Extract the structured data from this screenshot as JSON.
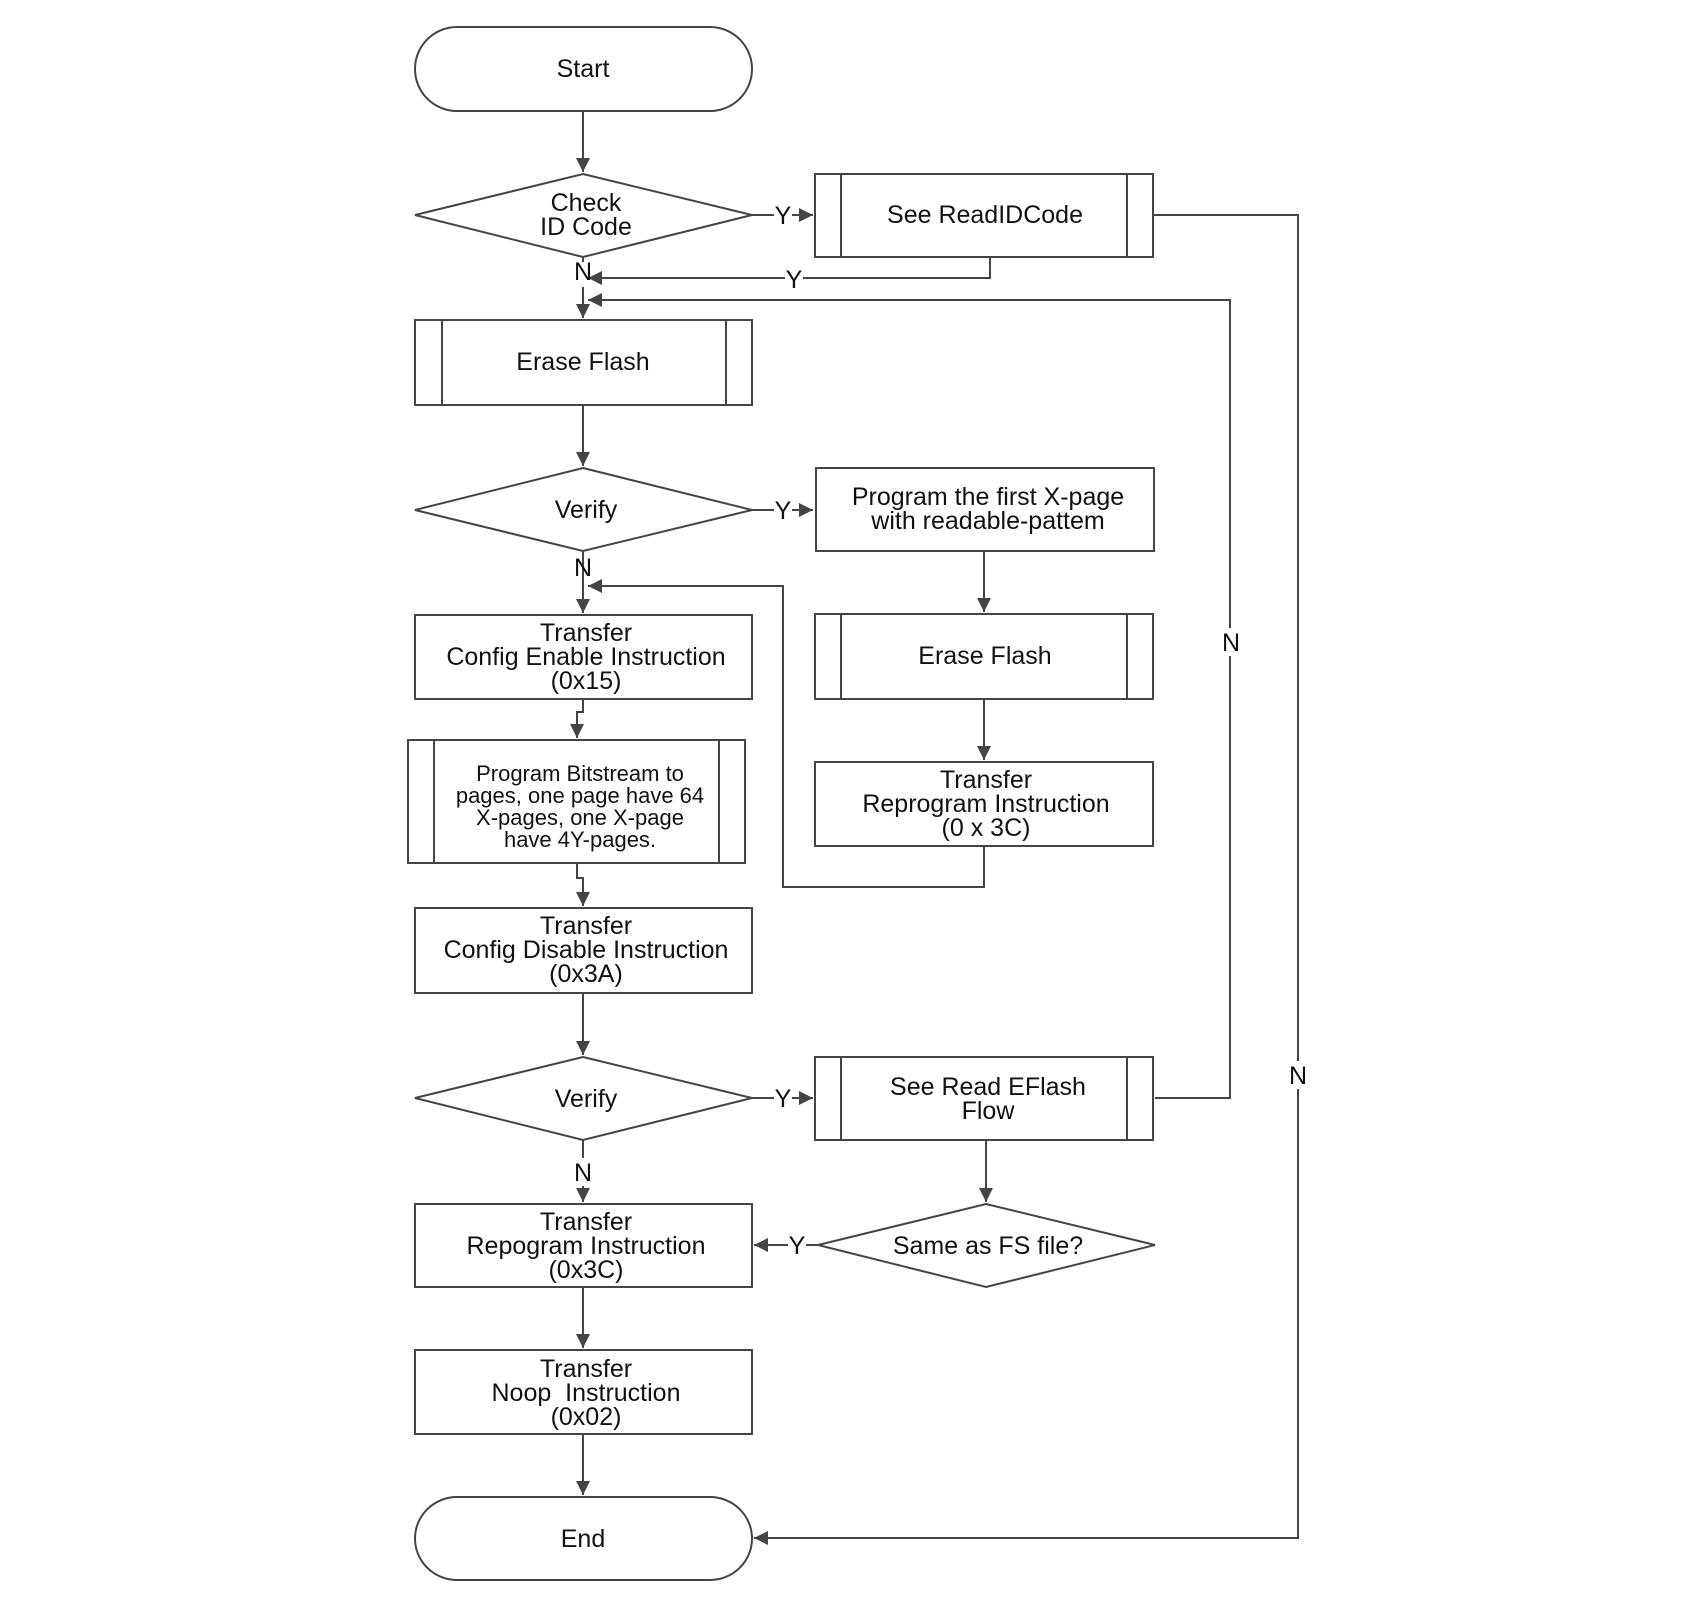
{
  "diagram": {
    "type": "flowchart",
    "nodes": {
      "start": {
        "kind": "terminal",
        "lines": [
          "Start"
        ]
      },
      "check_id": {
        "kind": "decision",
        "lines": [
          "Check",
          "ID Code"
        ]
      },
      "read_id": {
        "kind": "subprocess",
        "lines": [
          "See ReadIDCode"
        ]
      },
      "erase1": {
        "kind": "subprocess",
        "lines": [
          "Erase Flash"
        ]
      },
      "verify1": {
        "kind": "decision",
        "lines": [
          "Verify"
        ]
      },
      "program_first": {
        "kind": "process",
        "lines": [
          "Program the first X-page",
          "with readable-pattem"
        ]
      },
      "erase2": {
        "kind": "subprocess",
        "lines": [
          "Erase Flash"
        ]
      },
      "reprogram_right": {
        "kind": "process",
        "lines": [
          "Transfer",
          "Reprogram Instruction",
          "(0 x 3C)"
        ]
      },
      "config_enable": {
        "kind": "process",
        "lines": [
          "Transfer",
          "Config Enable Instruction",
          "(0x15)"
        ]
      },
      "bitstream": {
        "kind": "subprocess",
        "lines": [
          "Program Bitstream to",
          "pages, one page have 64",
          "X-pages, one X-page",
          "have 4Y-pages."
        ]
      },
      "config_disable": {
        "kind": "process",
        "lines": [
          "Transfer",
          "Config Disable Instruction",
          "(0x3A)"
        ]
      },
      "verify2": {
        "kind": "decision",
        "lines": [
          "Verify"
        ]
      },
      "read_eflash": {
        "kind": "subprocess",
        "lines": [
          "See Read EFlash",
          "Flow"
        ]
      },
      "same_fs": {
        "kind": "decision",
        "lines": [
          "Same as FS file?"
        ]
      },
      "repogram": {
        "kind": "process",
        "lines": [
          "Transfer",
          "Repogram Instruction",
          "(0x3C)"
        ]
      },
      "noop": {
        "kind": "process",
        "lines": [
          "Transfer",
          "Noop  Instruction",
          "(0x02)"
        ]
      },
      "end": {
        "kind": "terminal",
        "lines": [
          "End"
        ]
      }
    },
    "edge_labels": {
      "check_yes": "Y",
      "check_no": "N",
      "readid_yes": "Y",
      "readid_no": "N",
      "verify1_yes": "Y",
      "verify1_no": "N",
      "verify2_yes": "Y",
      "verify2_no": "N",
      "eflash_no": "N",
      "samefs_yes": "Y"
    },
    "edges": [
      {
        "from": "start",
        "to": "check_id",
        "label": ""
      },
      {
        "from": "check_id",
        "to": "read_id",
        "label": "Y"
      },
      {
        "from": "check_id",
        "to": "erase1",
        "label": "N"
      },
      {
        "from": "read_id",
        "to": "erase1",
        "label": "Y"
      },
      {
        "from": "read_id",
        "to": "end",
        "label": "N"
      },
      {
        "from": "erase1",
        "to": "verify1",
        "label": ""
      },
      {
        "from": "verify1",
        "to": "program_first",
        "label": "Y"
      },
      {
        "from": "verify1",
        "to": "config_enable",
        "label": "N"
      },
      {
        "from": "program_first",
        "to": "erase2",
        "label": ""
      },
      {
        "from": "erase2",
        "to": "reprogram_right",
        "label": ""
      },
      {
        "from": "reprogram_right",
        "to": "config_enable",
        "label": ""
      },
      {
        "from": "config_enable",
        "to": "bitstream",
        "label": ""
      },
      {
        "from": "bitstream",
        "to": "config_disable",
        "label": ""
      },
      {
        "from": "config_disable",
        "to": "verify2",
        "label": ""
      },
      {
        "from": "verify2",
        "to": "read_eflash",
        "label": "Y"
      },
      {
        "from": "verify2",
        "to": "repogram",
        "label": "N"
      },
      {
        "from": "read_eflash",
        "to": "erase1",
        "label": "N"
      },
      {
        "from": "read_eflash",
        "to": "same_fs",
        "label": ""
      },
      {
        "from": "same_fs",
        "to": "repogram",
        "label": "Y"
      },
      {
        "from": "repogram",
        "to": "noop",
        "label": ""
      },
      {
        "from": "noop",
        "to": "end",
        "label": ""
      }
    ]
  }
}
